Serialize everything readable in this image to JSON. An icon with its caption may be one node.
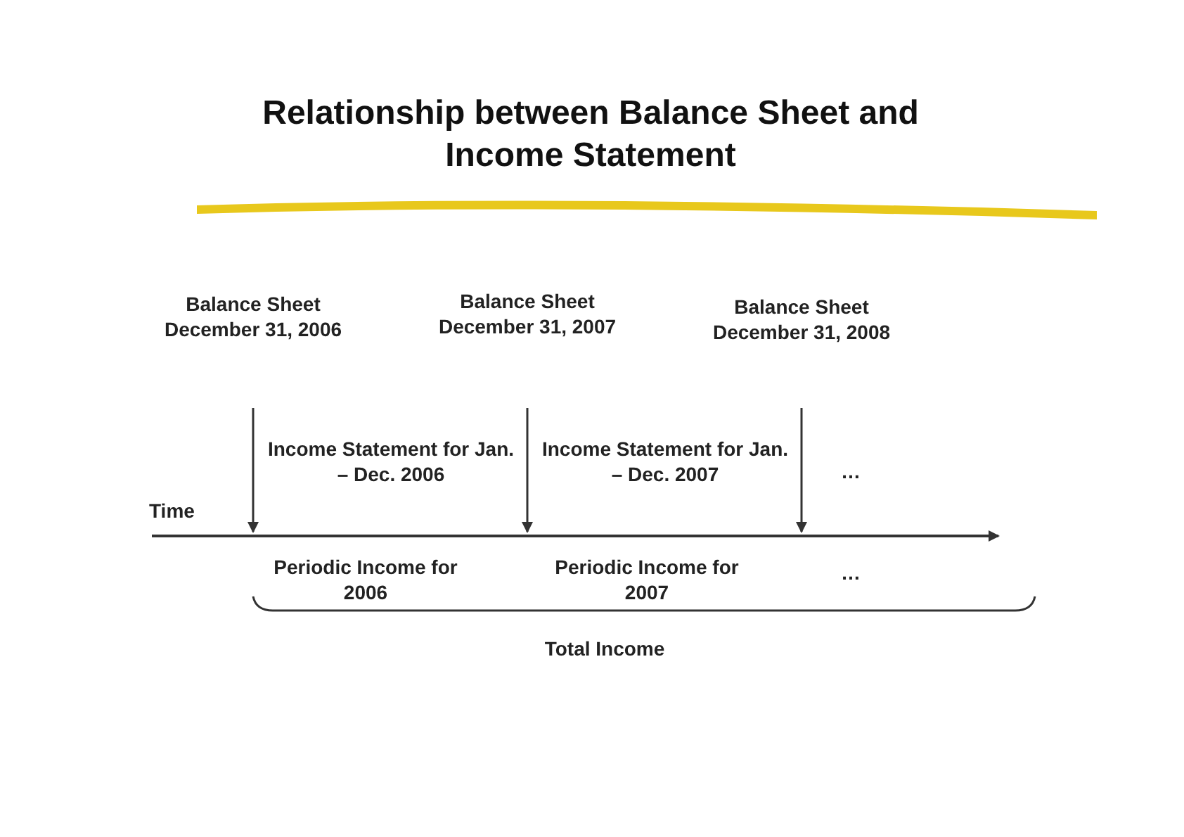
{
  "diagram": {
    "title": "Relationship between Balance Sheet and Income Statement",
    "labels": [
      "Balance Sheet December 31, 2006",
      "Balance Sheet December 31, 2007",
      "Balance Sheet December 31, 2008",
      "Income Statement for Jan. – Dec. 2006",
      "Income Statement for Jan. – Dec. 2007",
      "…",
      "Time",
      "Periodic Income for 2006",
      "Periodic Income for 2007",
      "…",
      "Total Income"
    ]
  }
}
